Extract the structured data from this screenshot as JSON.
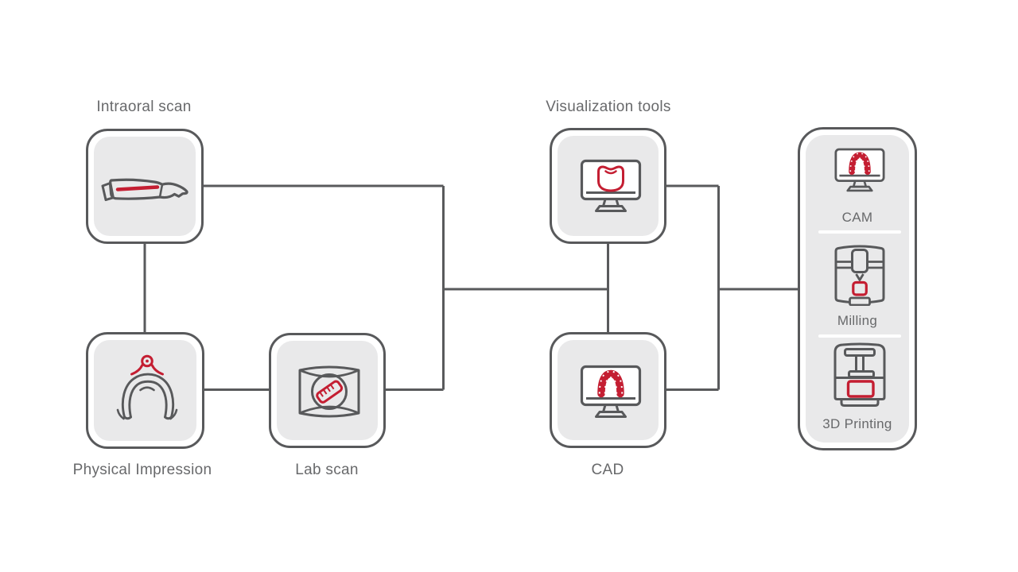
{
  "diagram": {
    "nodes": [
      {
        "id": "intraoral-scan",
        "label": "Intraoral scan",
        "label_position": "top",
        "icon": "intraoral-scanner-icon"
      },
      {
        "id": "physical-impression",
        "label": "Physical Impression",
        "label_position": "bottom",
        "icon": "impression-tray-icon"
      },
      {
        "id": "lab-scan",
        "label": "Lab scan",
        "label_position": "bottom",
        "icon": "lab-scanner-icon"
      },
      {
        "id": "visualization-tools",
        "label": "Visualization tools",
        "label_position": "top",
        "icon": "monitor-occlusal-scan-icon"
      },
      {
        "id": "cad",
        "label": "CAD",
        "label_position": "bottom",
        "icon": "monitor-dental-arch-icon"
      }
    ],
    "output_panel": {
      "items": [
        {
          "id": "cam",
          "label": "CAM",
          "icon": "monitor-dental-arch-icon"
        },
        {
          "id": "milling",
          "label": "Milling",
          "icon": "milling-machine-icon"
        },
        {
          "id": "3d-printing",
          "label": "3D Printing",
          "icon": "3d-printer-icon"
        }
      ]
    },
    "colors": {
      "accent_red": "#C41E32",
      "outline_gray": "#58595B",
      "connector_gray": "#595A5C",
      "node_fill": "#E9E9EA",
      "label_gray": "#68696B",
      "background": "#FFFFFF"
    }
  }
}
